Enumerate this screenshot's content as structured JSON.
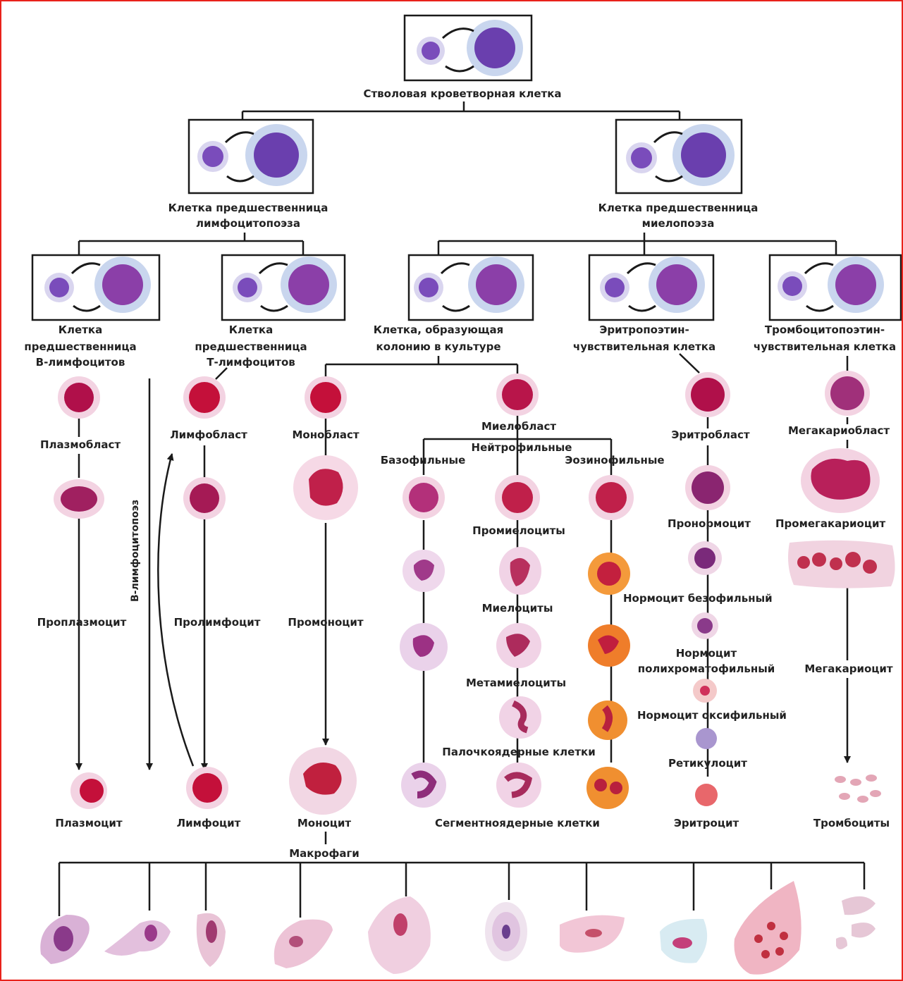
{
  "colors": {
    "frame": "#e8221b",
    "line": "#1a1a1a",
    "stem_nucleus": "#6a3fae",
    "stem_halo": "#c9d6ee",
    "red_cell": "#c4103a",
    "pink_cytoplasm": "#f3c6d9",
    "eosinophil": "#f28a2c",
    "erythrocyte": "#e8676b",
    "reticulocyte": "#a996cf"
  },
  "labels": {
    "stem_cell": "Стволовая кроветворная клетка",
    "lympho_progenitor": [
      "Клетка предшественница",
      "лимфоцитопоэза"
    ],
    "myelo_progenitor": [
      "Клетка предшественница",
      "миелопоэза"
    ],
    "b_progenitor": [
      "Клетка",
      "предшественница",
      "В-лимфоцитов"
    ],
    "t_progenitor": [
      "Клетка",
      "предшественница",
      "Т-лимфоцитов"
    ],
    "cfu_culture": [
      "Клетка, образующая",
      "колонию в культуре"
    ],
    "epo_sensitive": [
      "Эритропоэтин-",
      "чувствительная клетка"
    ],
    "tpo_sensitive": [
      "Тромбоцитопоэтин-",
      "чувствительная клетка"
    ],
    "plasmoblast": "Плазмобласт",
    "lymphoblast": "Лимфобласт",
    "monoblast": "Монобласт",
    "myeloblast": "Миелобласт",
    "neutrophilic": "Нейтрофильные",
    "basophilic": "Базофильные",
    "eosinophilic": "Эозинофильные",
    "erythroblast": "Эритробласт",
    "megakaryoblast": "Мегакариобласт",
    "promyelocytes": "Промиелоциты",
    "pronormocyte": "Пронормоцит",
    "promegakaryocyte": "Промегакариоцит",
    "myelocytes": "Миелоциты",
    "normocyte_basophilic": "Нормоцит безофильный",
    "b_lymphocytopoiesis": "В-лимфоцитопоэз",
    "proplasmocyte": "Проплазмоцит",
    "prolymphocyte": "Пролимфоцит",
    "promonocyte": "Промоноцит",
    "normocyte_polychromatophilic": [
      "Нормоцит",
      "полихроматофильный"
    ],
    "megakaryocyte": "Мегакариоцит",
    "metamyelocytes": "Метамиелоциты",
    "normocyte_oxyphilic": "Нормоцит оксифильный",
    "band_cells": "Палочкоядерные клетки",
    "reticulocyte": "Ретикулоцит",
    "plasmocyte": "Плазмоцит",
    "lymphocyte": "Лимфоцит",
    "monocyte": "Моноцит",
    "segmented_cells": "Сегментноядерные клетки",
    "erythrocyte": "Эритроцит",
    "platelets": "Тромбоциты",
    "macrophages": "Макрофаги"
  }
}
